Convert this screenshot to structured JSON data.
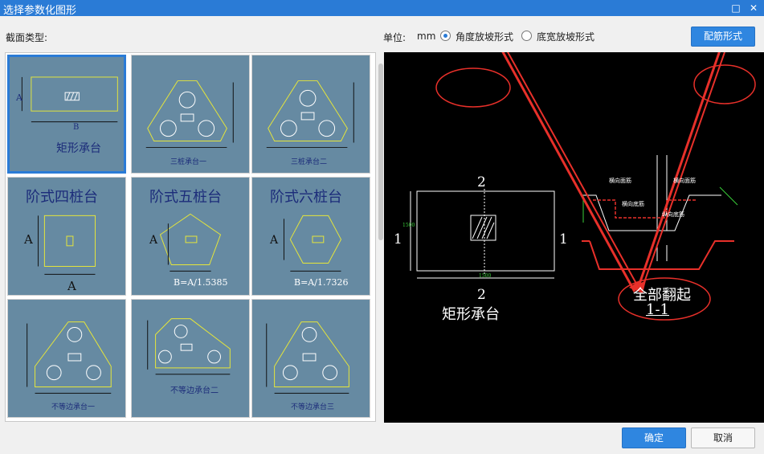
{
  "window": {
    "title": "选择参数化图形",
    "maximize_glyph": "□",
    "close_glyph": "✕"
  },
  "section_label": "截面类型:",
  "unit": {
    "label": "单位:",
    "value": "mm"
  },
  "options": [
    {
      "label": "角度放坡形式",
      "selected": true
    },
    {
      "label": "底宽放坡形式",
      "selected": false
    }
  ],
  "rebar_button": "配筋形式",
  "tiles": [
    {
      "name": "矩形承台"
    },
    {
      "name": "三桩承台一"
    },
    {
      "name": "三桩承台二"
    },
    {
      "name": "阶式四桩台"
    },
    {
      "name": "阶式五桩台",
      "formula": "B=A/1.5385"
    },
    {
      "name": "阶式六桩台",
      "formula": "B=A/1.7326"
    },
    {
      "name": "不等边承台一"
    },
    {
      "name": "不等边承台二"
    },
    {
      "name": "不等边承台三"
    }
  ],
  "dim_labels": {
    "a": "A",
    "b": "B"
  },
  "preview": {
    "section_mark": "2",
    "side_mark": "1",
    "dim": "1500",
    "name": "矩形承台",
    "note": "全部翻起",
    "section_id": "1-1",
    "labels": [
      "横向面筋",
      "横向面筋",
      "横向底筋",
      "纵向底筋"
    ]
  },
  "footer": {
    "ok": "确定",
    "cancel": "取消"
  },
  "colors": {
    "accent": "#2a7bd6",
    "tile_bg": "#668aa2",
    "shape": "#e6e63a",
    "annotation": "#e8302a"
  }
}
